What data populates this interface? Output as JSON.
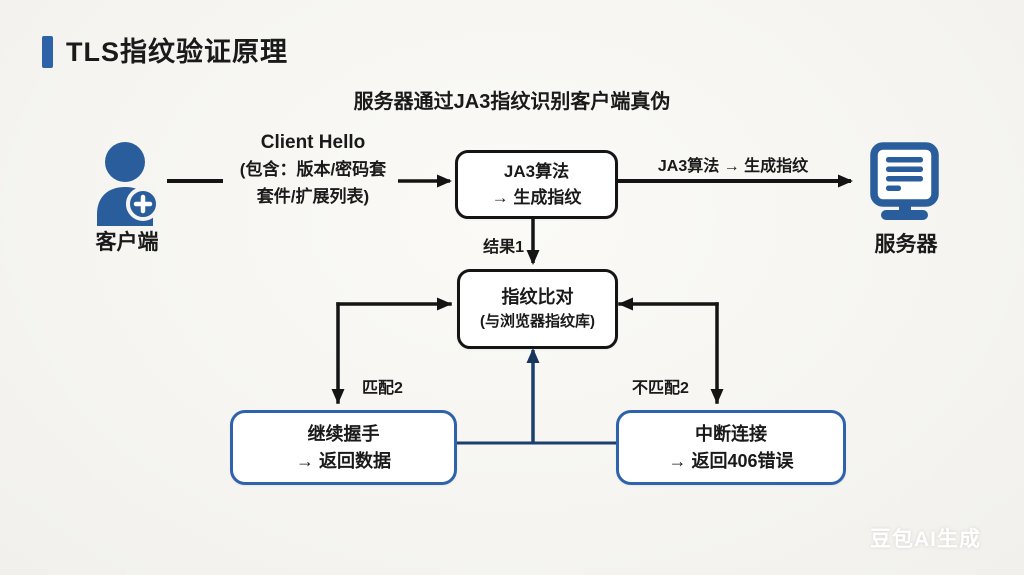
{
  "page": {
    "title": "TLS指纹验证原理",
    "subtitle": "服务器通过JA3指纹识别客户端真伪",
    "watermark": "豆包AI生成"
  },
  "colors": {
    "accent_blue": "#2e62a8",
    "icon_blue": "#2a5d9b",
    "blue_box_border": "#2e62ad",
    "connector_navy": "#1b3f6e",
    "line_black": "#141414"
  },
  "icons": {
    "client": "user-plus-icon",
    "server": "server-monitor-icon"
  },
  "diagram": {
    "client": {
      "label": "客户端"
    },
    "server": {
      "label": "服务器"
    },
    "client_hello": {
      "line1": "Client Hello",
      "line2": "(包含：版本/密码套",
      "line3": "套件/扩展列表)"
    },
    "ja3_box": {
      "line1": "JA3算法",
      "line2": "→ 生成指纹"
    },
    "server_arrow_label": "JA3算法 → 生成指纹",
    "result_label": "结果1",
    "compare_box": {
      "line1": "指纹比对",
      "line2": "(与浏览器指纹库)"
    },
    "match_label": "匹配2",
    "no_match_label": "不匹配2",
    "continue_box": {
      "line1": "继续握手",
      "line2": "→ 返回数据"
    },
    "abort_box": {
      "line1": "中断连接",
      "line2": "→ 返回406错误"
    }
  }
}
